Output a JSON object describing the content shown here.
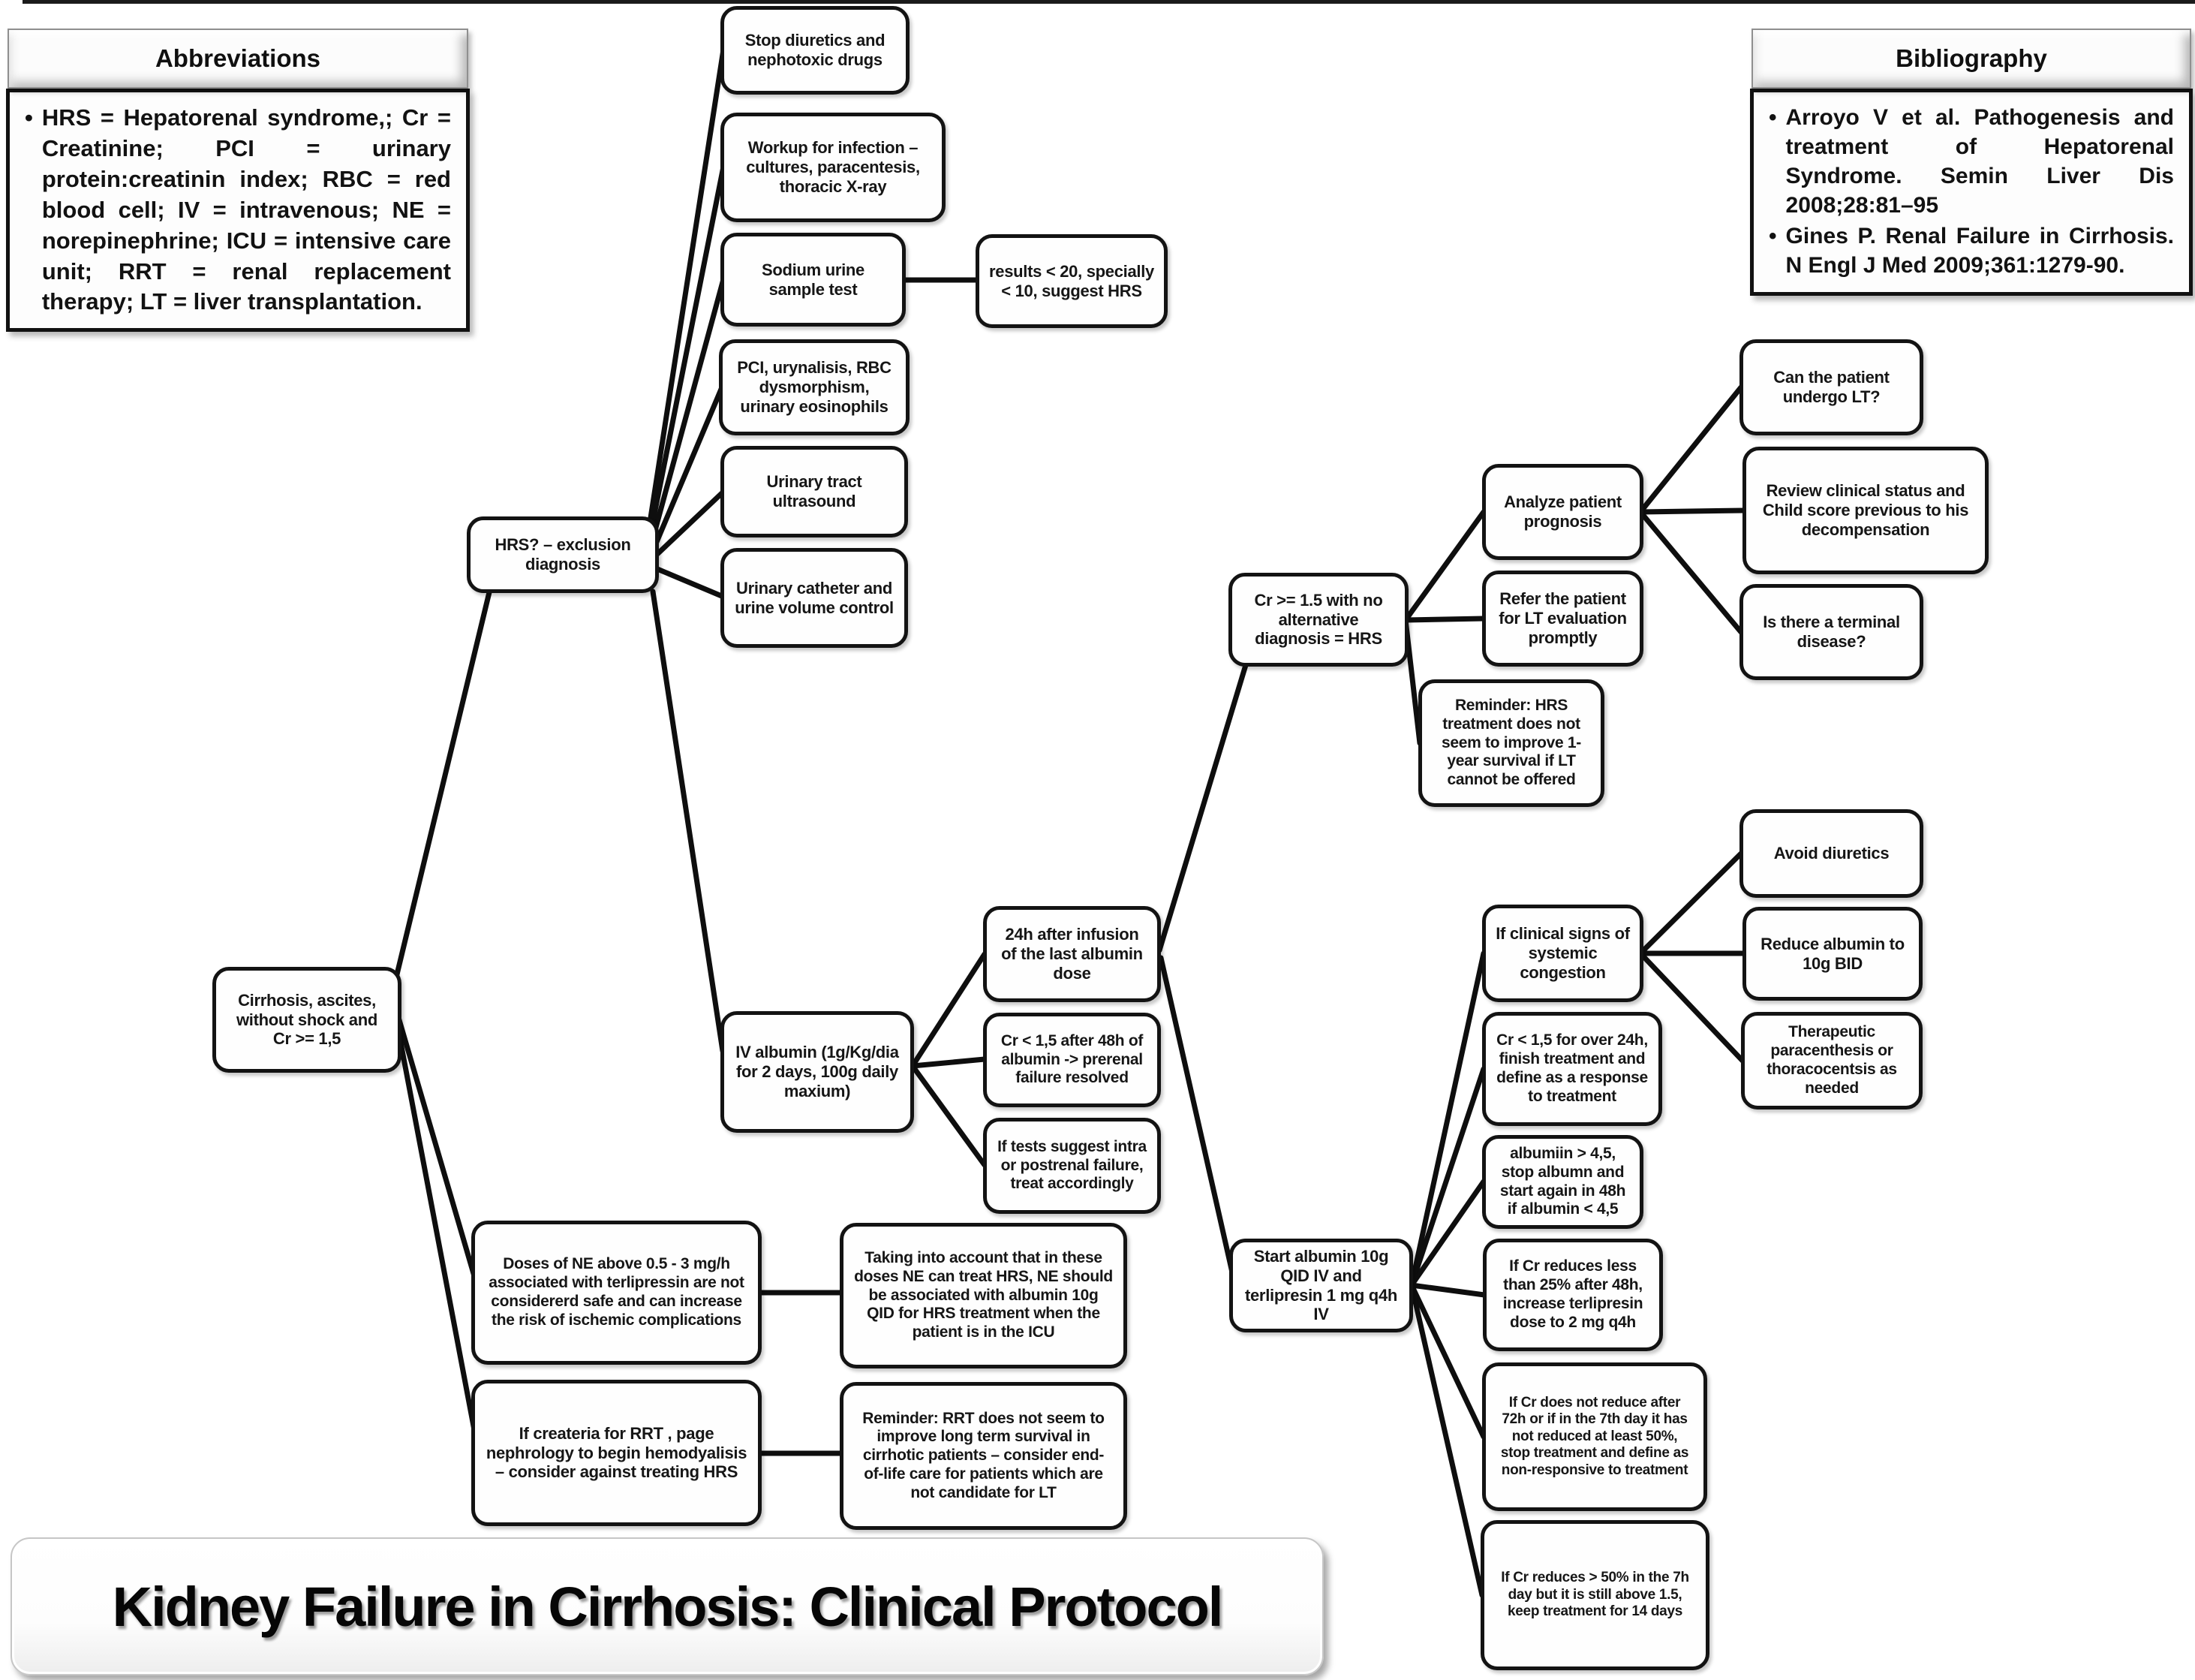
{
  "title_banner": {
    "text": "Kidney Failure in Cirrhosis: Clinical Protocol"
  },
  "abbreviations_panel": {
    "header": "Abbreviations",
    "bullet": "•",
    "body": "HRS = Hepatorenal syndrome,; Cr = Creatinine; PCI = urinary protein:creatinin index; RBC = red blood cell; IV = intravenous; NE = norepinephrine; ICU = intensive care unit; RRT = renal replacement therapy; LT = liver transplantation."
  },
  "bibliography_panel": {
    "header": "Bibliography",
    "bullet": "•",
    "items": [
      "Arroyo V et al.  Pathogenesis and treatment of Hepatorenal Syndrome. Semin Liver Dis 2008;28:81–95",
      "Gines P. Renal Failure in Cirrhosis. N Engl J Med 2009;361:1279-90."
    ]
  },
  "flowchart": {
    "nodes": {
      "root": {
        "label": "Cirrhosis, ascites, without shock and Cr >= 1,5"
      },
      "hrs_exclusion": {
        "label": "HRS? – exclusion diagnosis"
      },
      "stop_diuretics": {
        "label": "Stop diuretics and nephotoxic drugs"
      },
      "workup_infection": {
        "label": "Workup for infection – cultures, paracentesis, thoracic X-ray"
      },
      "sodium_urine": {
        "label": "Sodium urine sample test"
      },
      "results_20": {
        "label": "results < 20, specially < 10, suggest HRS"
      },
      "pci_urynalisis": {
        "label": "PCI, urynalisis, RBC dysmorphism, urinary eosinophils"
      },
      "urinary_ultrasound": {
        "label": "Urinary tract ultrasound"
      },
      "urinary_catheter": {
        "label": "Urinary catheter and urine volume control"
      },
      "iv_albumin": {
        "label": "IV albumin (1g/Kg/dia  for 2 days, 100g daily maxium)"
      },
      "h24_after_infusion": {
        "label": "24h after infusion of the last albumin dose"
      },
      "cr_less_15_48h": {
        "label": "Cr < 1,5 after 48h of albumin -> prerenal failure resolved"
      },
      "tests_suggest": {
        "label": "If tests suggest intra or postrenal failure, treat accordingly"
      },
      "doses_ne": {
        "label": "Doses of NE above 0.5 - 3 mg/h associated with terlipressin are not considererd safe and can increase the risk of ischemic complications"
      },
      "taking_into_account": {
        "label": "Taking into account that in these doses NE can treat HRS, NE should be associated with albumin 10g QID for HRS treatment when the patient is in the ICU"
      },
      "criteria_rrt": {
        "label": "If createria for RRT , page nephrology to begin hemodyalisis – consider against treating HRS"
      },
      "reminder_rrt": {
        "label": "Reminder: RRT does not seem to improve long term survival in cirrhotic patients – consider end-of-life care for patients which are not candidate for LT"
      },
      "cr_15_hrs": {
        "label": "Cr >= 1.5 with no alternative diagnosis = HRS"
      },
      "analyze_prognosis": {
        "label": "Analyze patient prognosis"
      },
      "refer_lt": {
        "label": "Refer the patient for LT evaluation promptly"
      },
      "reminder_hrs": {
        "label": "Reminder: HRS treatment does not seem to improve 1-year survival if LT cannot be offered"
      },
      "can_undergo_lt": {
        "label": "Can the patient undergo LT?"
      },
      "review_child": {
        "label": "Review clinical status and Child score previous to his decompensation"
      },
      "terminal_disease": {
        "label": "Is there a terminal disease?"
      },
      "start_albumin": {
        "label": "Start albumin 10g QID  IV and terlipresin 1 mg q4h IV"
      },
      "clinical_congestion": {
        "label": "If clinical signs of systemic congestion"
      },
      "avoid_diuretics": {
        "label": "Avoid diuretics"
      },
      "reduce_albumin": {
        "label": "Reduce albumin to 10g BID"
      },
      "therapeutic_paracenthesis": {
        "label": "Therapeutic paracenthesis or thoracocentsis as needed"
      },
      "cr_15_over_24h": {
        "label": "Cr < 1,5 for over 24h, finish treatment and define as a response to treatment"
      },
      "albumin_45": {
        "label": "albumiin > 4,5, stop albumn and start again in 48h if albumin < 4,5"
      },
      "cr_reduce_25": {
        "label": "If Cr reduces less than 25% after 48h, increase terlipresin dose to 2 mg q4h"
      },
      "cr_no_reduce_72h": {
        "label": "If Cr does not reduce after 72h or if in the 7th day it has not reduced at least 50%, stop treatment and define as non-responsive to treatment"
      },
      "cr_reduce_50": {
        "label": "If Cr reduces > 50% in the 7h day but it is still above 1.5, keep treatment for 14 days"
      }
    },
    "edges": [
      {
        "from": "root",
        "to": "hrs_exclusion"
      },
      {
        "from": "root",
        "to": "doses_ne"
      },
      {
        "from": "root",
        "to": "criteria_rrt"
      },
      {
        "from": "hrs_exclusion",
        "to": "stop_diuretics"
      },
      {
        "from": "hrs_exclusion",
        "to": "workup_infection"
      },
      {
        "from": "hrs_exclusion",
        "to": "sodium_urine"
      },
      {
        "from": "hrs_exclusion",
        "to": "pci_urynalisis"
      },
      {
        "from": "hrs_exclusion",
        "to": "urinary_ultrasound"
      },
      {
        "from": "hrs_exclusion",
        "to": "urinary_catheter"
      },
      {
        "from": "hrs_exclusion",
        "to": "iv_albumin"
      },
      {
        "from": "sodium_urine",
        "to": "results_20"
      },
      {
        "from": "iv_albumin",
        "to": "h24_after_infusion"
      },
      {
        "from": "iv_albumin",
        "to": "cr_less_15_48h"
      },
      {
        "from": "iv_albumin",
        "to": "tests_suggest"
      },
      {
        "from": "h24_after_infusion",
        "to": "cr_15_hrs"
      },
      {
        "from": "h24_after_infusion",
        "to": "start_albumin"
      },
      {
        "from": "doses_ne",
        "to": "taking_into_account"
      },
      {
        "from": "criteria_rrt",
        "to": "reminder_rrt"
      },
      {
        "from": "cr_15_hrs",
        "to": "analyze_prognosis"
      },
      {
        "from": "cr_15_hrs",
        "to": "refer_lt"
      },
      {
        "from": "cr_15_hrs",
        "to": "reminder_hrs"
      },
      {
        "from": "analyze_prognosis",
        "to": "can_undergo_lt"
      },
      {
        "from": "analyze_prognosis",
        "to": "review_child"
      },
      {
        "from": "analyze_prognosis",
        "to": "terminal_disease"
      },
      {
        "from": "start_albumin",
        "to": "clinical_congestion"
      },
      {
        "from": "start_albumin",
        "to": "cr_15_over_24h"
      },
      {
        "from": "start_albumin",
        "to": "albumin_45"
      },
      {
        "from": "start_albumin",
        "to": "cr_reduce_25"
      },
      {
        "from": "start_albumin",
        "to": "cr_no_reduce_72h"
      },
      {
        "from": "start_albumin",
        "to": "cr_reduce_50"
      },
      {
        "from": "clinical_congestion",
        "to": "avoid_diuretics"
      },
      {
        "from": "clinical_congestion",
        "to": "reduce_albumin"
      },
      {
        "from": "clinical_congestion",
        "to": "therapeutic_paracenthesis"
      }
    ]
  }
}
